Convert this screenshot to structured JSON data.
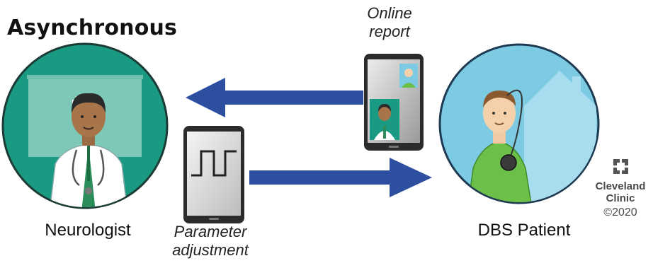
{
  "title": "Asynchronous",
  "labels": {
    "neurologist": "Neurologist",
    "patient": "DBS Patient",
    "parameter_line1": "Parameter",
    "parameter_line2": "adjustment",
    "online_line1": "Online",
    "online_line2": "report"
  },
  "branding": {
    "clinic_line1": "Cleveland",
    "clinic_line2": "Clinic",
    "copyright": "©2020"
  },
  "icons": [
    "neurologist-portrait",
    "patient-portrait",
    "tablet-icon",
    "arrow-left",
    "arrow-right",
    "cleveland-clinic-logo"
  ],
  "colors": {
    "arrow": "#2d4fa0",
    "neurologist_bg": "#1a9a82",
    "patient_bg": "#7ccbe3",
    "patient_shirt": "#6cc04a"
  }
}
